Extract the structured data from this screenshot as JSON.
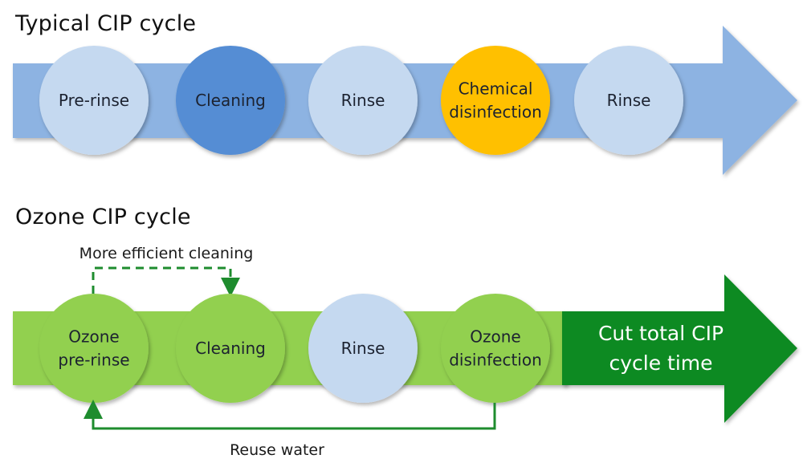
{
  "typical": {
    "title": "Typical CIP cycle",
    "arrow_color": "#8db3e2",
    "steps": [
      {
        "lines": [
          "Pre-rinse"
        ],
        "color": "#c5d9f0"
      },
      {
        "lines": [
          "Cleaning"
        ],
        "color": "#548dd4"
      },
      {
        "lines": [
          "Rinse"
        ],
        "color": "#c5d9f0"
      },
      {
        "lines": [
          "Chemical",
          "disinfection"
        ],
        "color": "#ffc000"
      },
      {
        "lines": [
          "Rinse"
        ],
        "color": "#c5d9f0"
      }
    ]
  },
  "ozone": {
    "title": "Ozone CIP cycle",
    "arrow_color": "#92d050",
    "result_color": "#0f8a21",
    "steps": [
      {
        "lines": [
          "Ozone",
          "pre-rinse"
        ],
        "color": "#92d050"
      },
      {
        "lines": [
          "Cleaning"
        ],
        "color": "#92d050"
      },
      {
        "lines": [
          "Rinse"
        ],
        "color": "#c5d9f0"
      },
      {
        "lines": [
          "Ozone",
          "disinfection"
        ],
        "color": "#92d050"
      }
    ],
    "result": {
      "lines": [
        "Cut total CIP",
        "cycle time"
      ]
    },
    "annotations": {
      "efficient_cleaning": "More efficient cleaning",
      "reuse_water": "Reuse water"
    },
    "connector_color": "#1e8c2e"
  }
}
